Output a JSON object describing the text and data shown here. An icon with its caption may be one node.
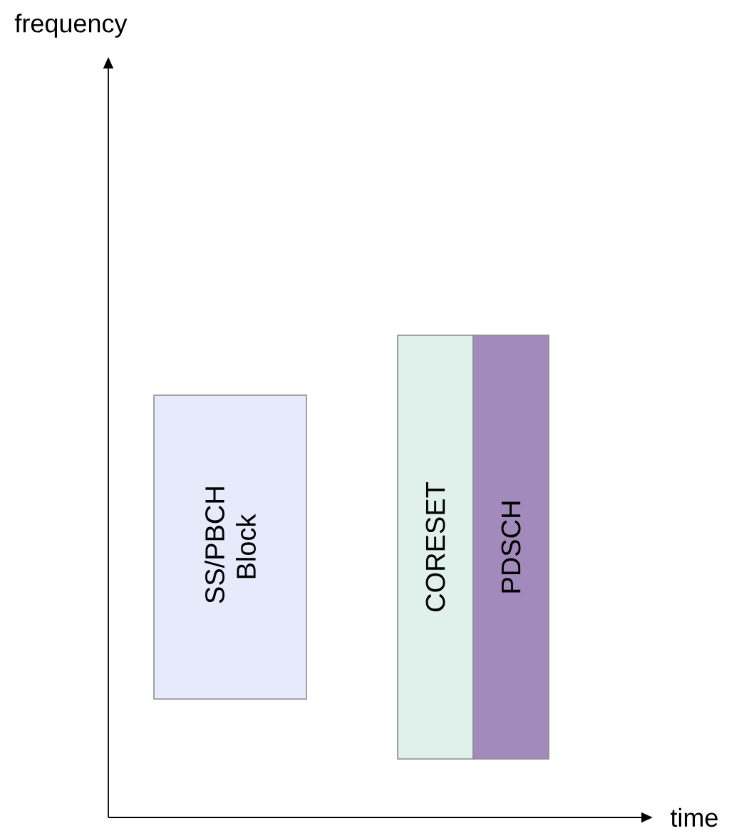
{
  "diagram": {
    "nodes": [
      {
        "text": [
          "SS/PBCH Block"
        ]
      },
      {
        "text": [
          "CORESET"
        ]
      },
      {
        "text": [
          "PDSCH"
        ]
      }
    ],
    "labels": [
      "frequency",
      "time"
    ]
  }
}
